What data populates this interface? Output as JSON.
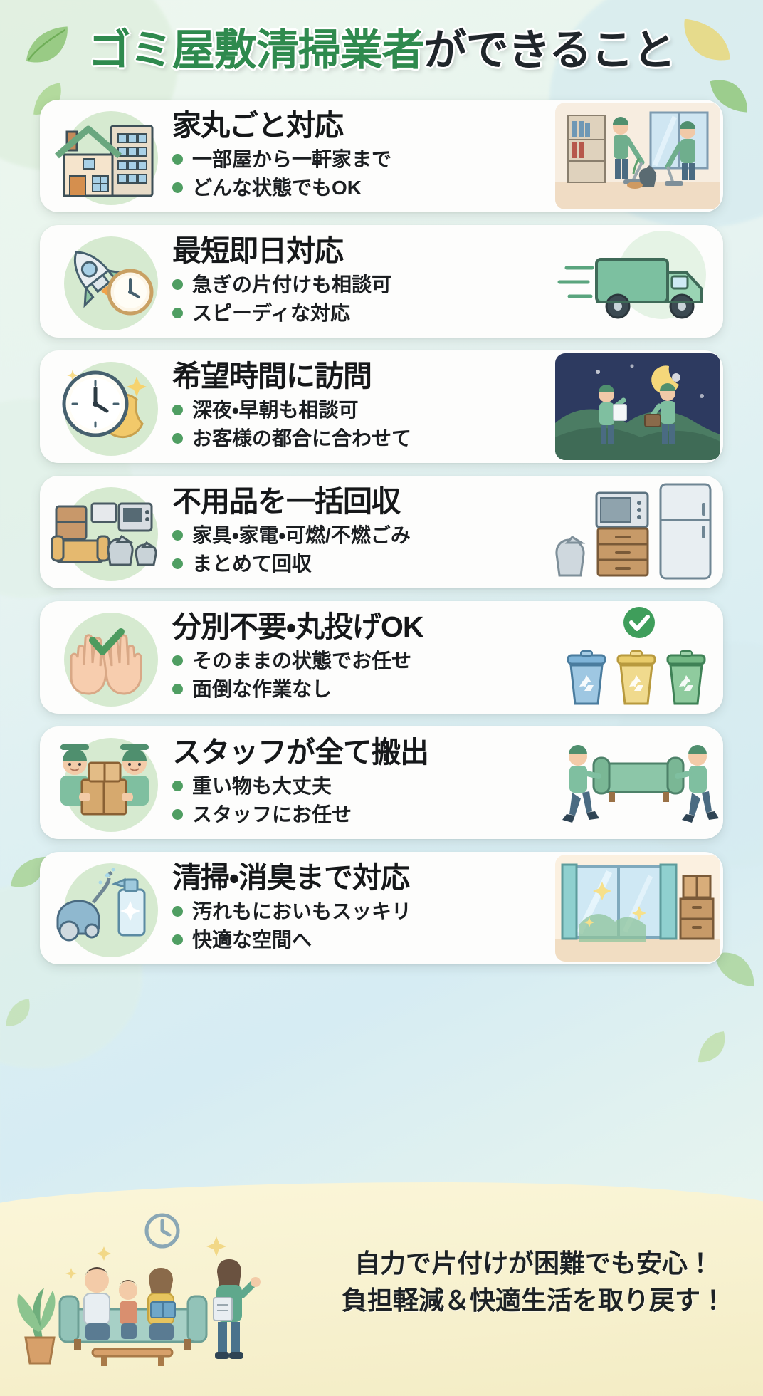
{
  "header": {
    "title_green": "ゴミ屋敷清掃業者",
    "title_dark": "ができること"
  },
  "colors": {
    "brand_green": "#2f8a4e",
    "bullet_green": "#4f9e62",
    "highlight_yellow": "#f7d98a",
    "card_bg": "#fdfdfc",
    "icon_circle": "#cfe6c8",
    "footer_band": "#f7f1cf",
    "text_dark": "#16181a"
  },
  "cards": [
    {
      "icon": "house-building-icon",
      "title": "家丸ごと対応",
      "bullets": [
        "一部屋から一軒家まで",
        "どんな状態でもOK"
      ],
      "thumb": "cleaning-staff-room-illustration"
    },
    {
      "icon": "rocket-clock-icon",
      "title": "最短即日対応",
      "bullets": [
        "急ぎの片付けも相談可",
        "スピーディな対応"
      ],
      "thumb": "green-delivery-truck-illustration"
    },
    {
      "icon": "clock-moon-icon",
      "title": "希望時間に訪問",
      "bullets": [
        "深夜・早朝も相談可",
        "お客様の都合に合わせて"
      ],
      "thumb": "night-visit-staff-illustration"
    },
    {
      "icon": "furniture-appliance-icon",
      "title": "不用品を一括回収",
      "bullets": [
        "家具・家電・可燃/不燃ごみ",
        "まとめて回収"
      ],
      "thumb": "appliances-and-trash-bags-illustration"
    },
    {
      "icon": "open-hands-check-icon",
      "title": "分別不要・丸投げOK",
      "bullets": [
        "そのままの状態でお任せ",
        "面倒な作業なし"
      ],
      "thumb": "recycle-bins-with-check-illustration"
    },
    {
      "icon": "staff-carrying-boxes-icon",
      "title": "スタッフが全て搬出",
      "bullets": [
        "重い物も大丈夫",
        "スタッフにお任せ"
      ],
      "thumb": "two-staff-carrying-sofa-illustration"
    },
    {
      "icon": "vacuum-spray-icon",
      "title": "清掃・消臭まで対応",
      "bullets": [
        "汚れもにおいもスッキリ",
        "快適な空間へ"
      ],
      "thumb": "clean-bright-room-window-illustration"
    }
  ],
  "footer": {
    "illustration": "family-on-sofa-with-staff-illustration",
    "line1": "自力で片付けが困難でも安心！",
    "line2": "負担軽減＆快適生活を取り戻す！"
  }
}
